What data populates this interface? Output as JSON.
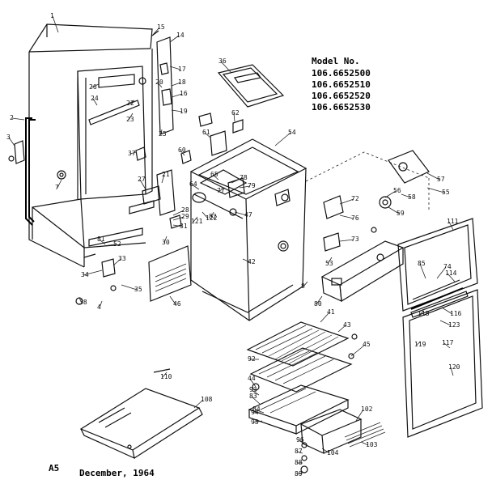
{
  "model_block": {
    "heading": "Model No.",
    "numbers": [
      "106.6652500",
      "106.6652510",
      "106.6652520",
      "106.6652530"
    ]
  },
  "footer": {
    "page_code": "A5",
    "date": "December, 1964"
  },
  "part_labels": [
    "1",
    "2",
    "3",
    "4",
    "7",
    "8",
    "14",
    "15",
    "16",
    "17",
    "18",
    "19",
    "20",
    "21",
    "22",
    "23",
    "24",
    "25",
    "26",
    "27",
    "28",
    "29",
    "30",
    "31",
    "33",
    "34",
    "35",
    "36",
    "37",
    "38",
    "41",
    "42",
    "43",
    "44",
    "45",
    "46",
    "47",
    "52",
    "53",
    "54",
    "55",
    "56",
    "57",
    "58",
    "59",
    "60",
    "61",
    "62",
    "64",
    "65",
    "72",
    "73",
    "74",
    "76",
    "77",
    "78",
    "79",
    "80",
    "81",
    "82",
    "83",
    "84",
    "85",
    "87",
    "88",
    "89",
    "92",
    "93",
    "94",
    "95",
    "96",
    "102",
    "103",
    "104",
    "108",
    "110",
    "111",
    "114",
    "116",
    "117",
    "118",
    "119",
    "120",
    "121",
    "122",
    "123"
  ]
}
